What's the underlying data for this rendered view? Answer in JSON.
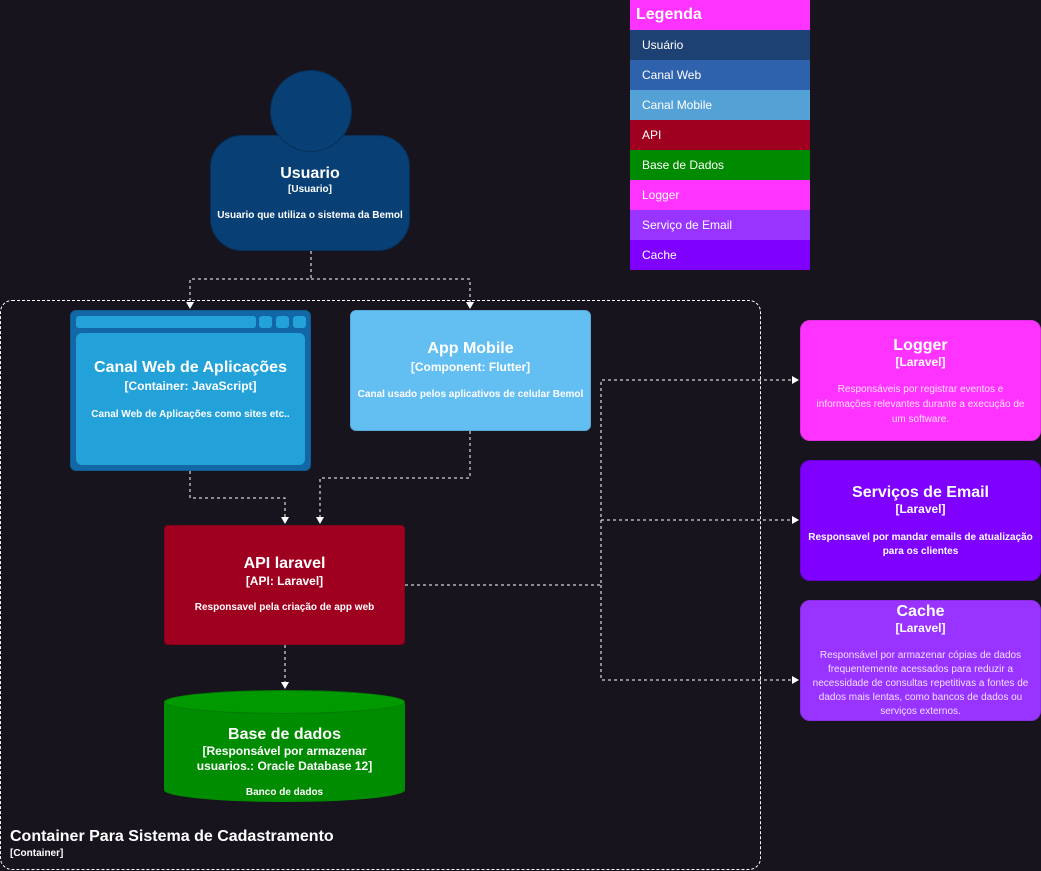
{
  "legend": {
    "title": "Legenda",
    "items": [
      {
        "label": "Usuário",
        "color": "#1e4174"
      },
      {
        "label": "Canal Web",
        "color": "#2e62ad"
      },
      {
        "label": "Canal Mobile",
        "color": "#54a1d6"
      },
      {
        "label": "API",
        "color": "#a0001f"
      },
      {
        "label": "Base de Dados",
        "color": "#008a00"
      },
      {
        "label": "Logger",
        "color": "#ff33ff"
      },
      {
        "label": "Serviço de Email",
        "color": "#9933ff"
      },
      {
        "label": "Cache",
        "color": "#7f00ff"
      }
    ]
  },
  "person": {
    "name": "Usuario",
    "type": "[Usuario]",
    "description": "Usuario que utiliza o sistema da Bemol"
  },
  "container": {
    "title": "Container Para Sistema de Cadastramento",
    "type": "[Container]"
  },
  "webapp": {
    "name": "Canal Web de Aplicações",
    "type": "[Container: JavaScript]",
    "description": "Canal Web de Aplicações como sites etc.."
  },
  "mobile": {
    "name": "App Mobile",
    "type": "[Component: Flutter]",
    "description": "Canal usado pelos aplicativos de celular Bemol"
  },
  "api": {
    "name": "API laravel",
    "type": "[API: Laravel]",
    "description": "Responsavel pela criação de app web"
  },
  "database": {
    "name": "Base de dados",
    "type_line1": "[Responsável por armazenar",
    "type_line2": "usuarios.: Oracle Database 12]",
    "description": "Banco de dados"
  },
  "logger": {
    "name": "Logger",
    "type": "[Laravel]",
    "description_lines": [
      "Responsáveis por registrar eventos e",
      "informações relevantes durante a execução de",
      "um software."
    ]
  },
  "email": {
    "name": "Serviços de Email",
    "type": "[Laravel]",
    "description_lines": [
      "Responsavel por mandar emails de atualização",
      "para os clientes"
    ]
  },
  "cache": {
    "name": "Cache",
    "type": "[Laravel]",
    "description_lines": [
      "Responsável por armazenar cópias de dados",
      "frequentemente acessados para reduzir a",
      "necessidade de consultas repetitivas a fontes de",
      "dados mais lentas, como bancos de dados ou",
      "serviços externos."
    ]
  }
}
